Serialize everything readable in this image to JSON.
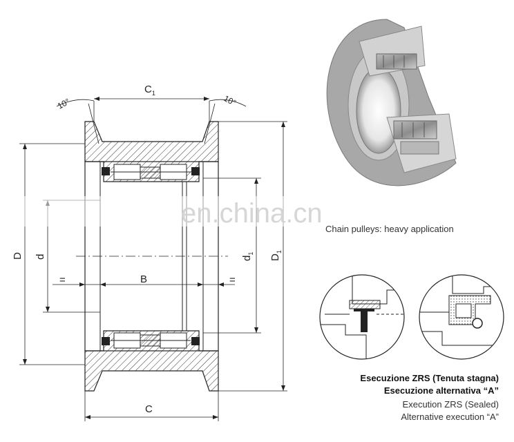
{
  "drawing": {
    "dimensions": {
      "C1": "C",
      "C1_sub": "1",
      "angle_left": "10°",
      "angle_right": "10°",
      "D": "D",
      "d": "d",
      "d1": "d",
      "d1_sub": "1",
      "D1": "D",
      "D1_sub": "1",
      "B": "B",
      "C": "C",
      "equal_left": "=",
      "equal_right": "="
    }
  },
  "product_caption": "Chain pulleys: heavy application",
  "watermark": "en.china.cn",
  "captions": {
    "line1": "Esecuzione ZRS (Tenuta stagna)",
    "line2": "Esecuzione alternativa “A”",
    "line3": "Execution ZRS (Sealed)",
    "line4": "Alternative execution “A”"
  },
  "colors": {
    "line": "#222222",
    "hatch": "#444444",
    "light_gray": "#d9d9d9",
    "mid_gray": "#9a9a9a"
  }
}
